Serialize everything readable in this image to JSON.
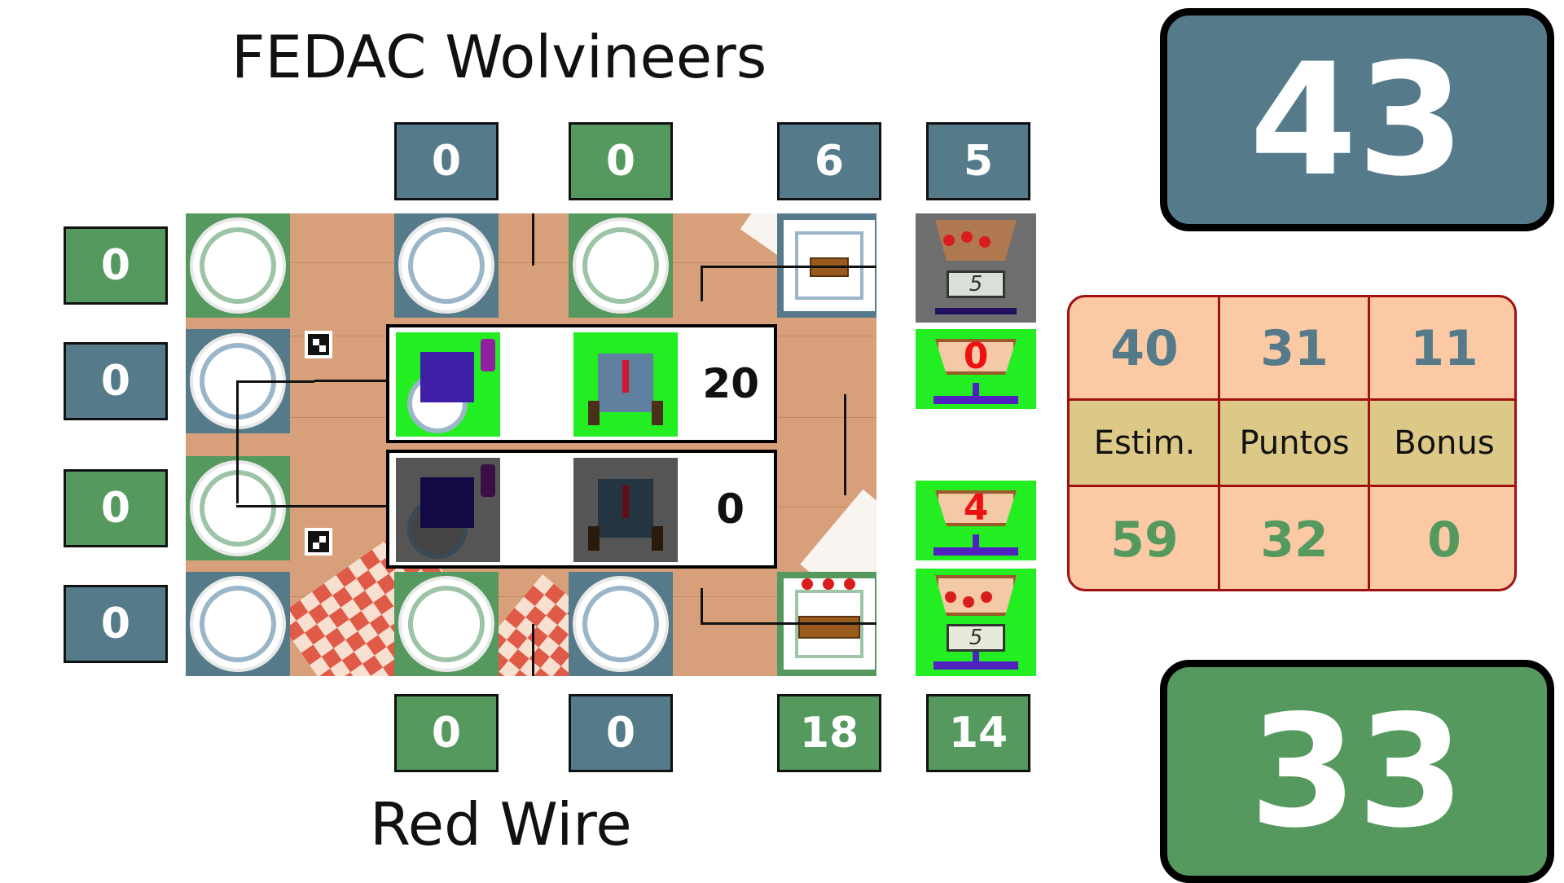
{
  "teams": {
    "top": {
      "name": "FEDAC Wolvineers",
      "total": "43",
      "color": "#557a8a"
    },
    "bottom": {
      "name": "Red Wire",
      "total": "33",
      "color": "#55995f"
    }
  },
  "top_counters": [
    "0",
    "0",
    "6",
    "5"
  ],
  "bottom_counters": [
    "0",
    "0",
    "18",
    "14"
  ],
  "left_counters": [
    "0",
    "0",
    "0",
    "0"
  ],
  "robot_panels": [
    {
      "score": "20"
    },
    {
      "score": "0"
    }
  ],
  "bins": {
    "top_display": "5",
    "top_count": "0",
    "bottom_count": "4",
    "bottom_display": "5"
  },
  "score_table": {
    "top_row": [
      "40",
      "31",
      "11"
    ],
    "headers": [
      "Estim.",
      "Puntos",
      "Bonus"
    ],
    "bottom_row": [
      "59",
      "32",
      "0"
    ]
  }
}
